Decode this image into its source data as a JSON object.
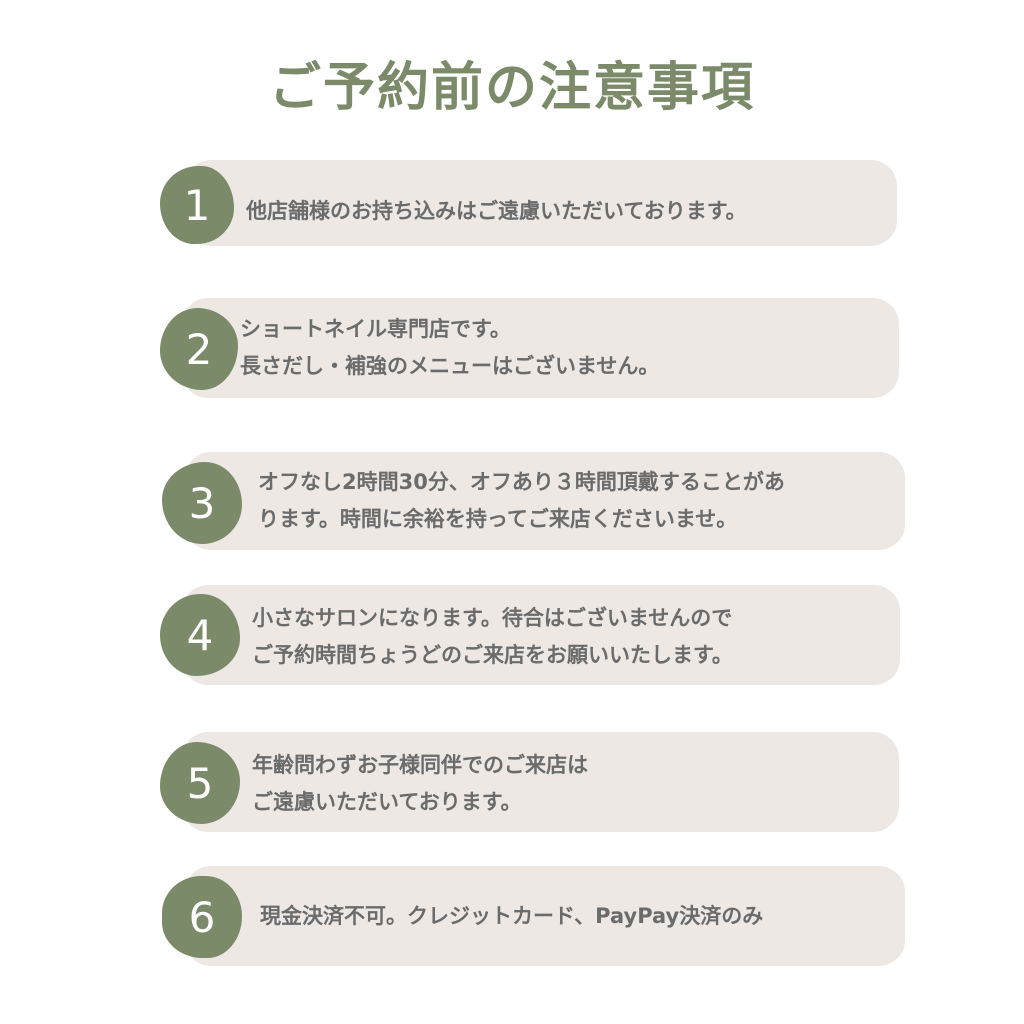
{
  "title": "ご予約前の注意事項",
  "colors": {
    "accent": "#7b8a69",
    "card": "#ede8e3",
    "text": "#6b6b6b"
  },
  "items": [
    {
      "number": "1",
      "lines": [
        "他店舗様のお持ち込みはご遠慮いただいております。"
      ]
    },
    {
      "number": "2",
      "lines": [
        "ショートネイル専門店です。",
        "長さだし・補強のメニューはございません。"
      ]
    },
    {
      "number": "3",
      "lines": [
        "オフなし2時間30分、オフあり３時間頂戴することがあ",
        "ります。時間に余裕を持ってご来店くださいませ。"
      ]
    },
    {
      "number": "4",
      "lines": [
        "小さなサロンになります。待合はございませんので",
        "ご予約時間ちょうどのご来店をお願いいたします。"
      ]
    },
    {
      "number": "5",
      "lines": [
        "年齢問わずお子様同伴でのご来店は",
        "ご遠慮いただいております。"
      ]
    },
    {
      "number": "6",
      "lines": [
        "現金決済不可。クレジットカード、PayPay決済のみ"
      ]
    }
  ]
}
